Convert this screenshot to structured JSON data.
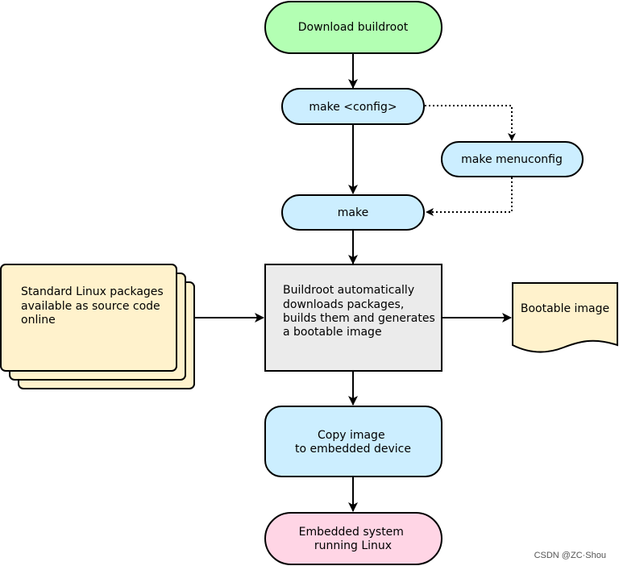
{
  "nodes": {
    "download": {
      "label": "Download buildroot",
      "fill": "#b3ffb3"
    },
    "make_config": {
      "label": "make <config>",
      "fill": "#cceeff"
    },
    "make_menuconfig": {
      "label": "make menuconfig",
      "fill": "#cceeff"
    },
    "make": {
      "label": "make",
      "fill": "#cceeff"
    },
    "packages": {
      "lines": [
        "Standard Linux packages",
        "available as source code",
        "online"
      ],
      "fill": "#fff2cc"
    },
    "buildroot": {
      "lines": [
        "Buildroot automatically",
        "downloads packages,",
        "builds them and generates",
        "a bootable image"
      ],
      "fill": "#ebebeb"
    },
    "bootable_image": {
      "label": "Bootable image",
      "fill": "#fff2cc"
    },
    "copy_image": {
      "lines": [
        "Copy image",
        "to embedded device"
      ],
      "fill": "#cceeff"
    },
    "embedded": {
      "lines": [
        "Embedded system",
        "running Linux"
      ],
      "fill": "#ffd5e5"
    }
  },
  "watermark": "CSDN @ZC·Shou",
  "colors": {
    "stroke": "#000000",
    "background": "#ffffff"
  }
}
